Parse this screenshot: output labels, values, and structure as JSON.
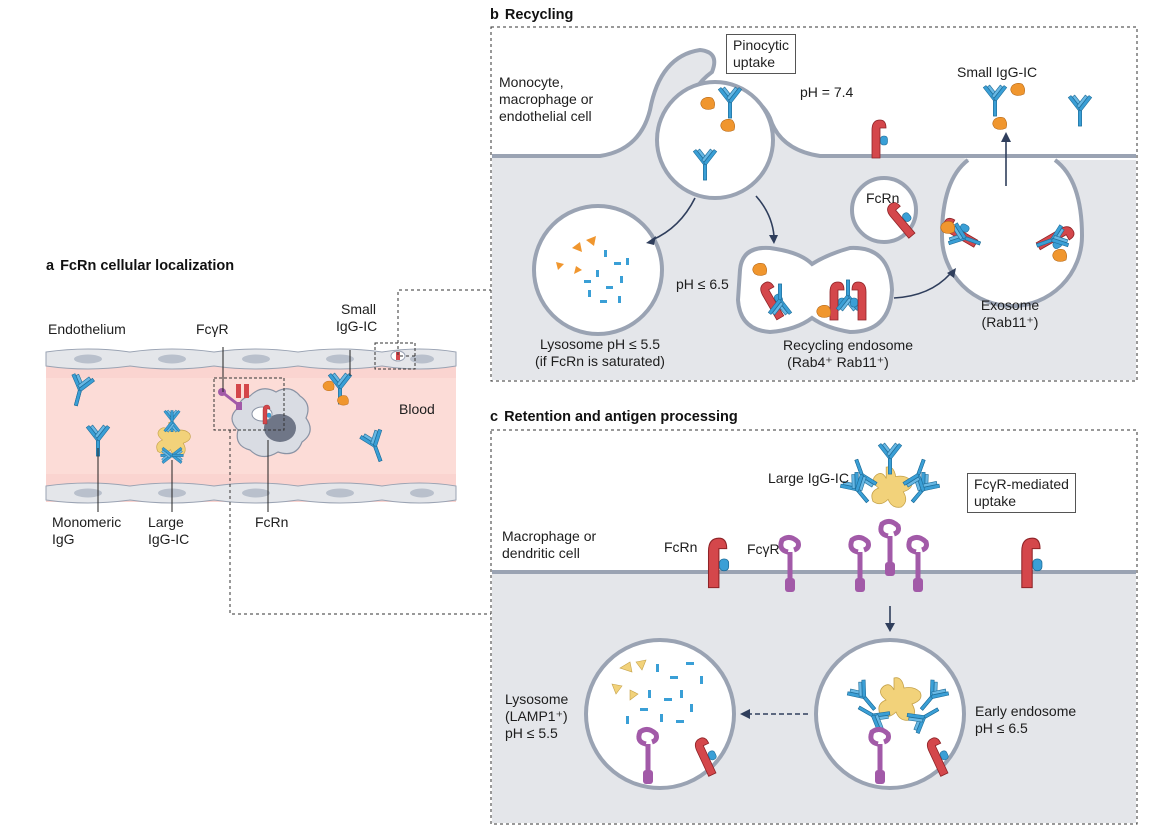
{
  "panel_a": {
    "letter": "a",
    "title": "FcRn cellular localization",
    "labels": {
      "endothelium": "Endothelium",
      "fcgr": "FcγR",
      "small_ic_1": "Small",
      "small_ic_2": "IgG-IC",
      "blood": "Blood",
      "monomeric_1": "Monomeric",
      "monomeric_2": "IgG",
      "large_1": "Large",
      "large_2": "IgG-IC",
      "fcrn": "FcRn"
    }
  },
  "panel_b": {
    "letter": "b",
    "title": "Recycling",
    "labels": {
      "cell_1": "Monocyte,",
      "cell_2": "macrophage or",
      "cell_3": "endothelial cell",
      "pinocytic_1": "Pinocytic",
      "pinocytic_2": "uptake",
      "ph_74": "pH = 7.4",
      "small_ic": "Small IgG-IC",
      "fcrn": "FcRn",
      "ph_65": "pH ≤ 6.5",
      "lysosome_1": "Lysosome pH ≤ 5.5",
      "lysosome_2": "(if FcRn is saturated)",
      "recycling_1": "Recycling endosome",
      "recycling_2": "(Rab4⁺ Rab11⁺)",
      "exosome_1": "Exosome",
      "exosome_2": "(Rab11⁺)"
    }
  },
  "panel_c": {
    "letter": "c",
    "title": "Retention and antigen processing",
    "labels": {
      "large_ic": "Large IgG-IC",
      "fcgr_uptake_1": "FcγR-mediated",
      "fcgr_uptake_2": "uptake",
      "cell_1": "Macrophage or",
      "cell_2": "dendritic cell",
      "fcrn": "FcRn",
      "fcgr": "FcγR",
      "lysosome_1": "Lysosome",
      "lysosome_2": "(LAMP1⁺)",
      "lysosome_3": "pH ≤ 5.5",
      "early_1": "Early endosome",
      "early_2": "pH ≤ 6.5"
    }
  },
  "colors": {
    "igg": "#3a9fd6",
    "fcrn": "#d4474b",
    "fcgr": "#a25aa8",
    "antigen_orange": "#f0962e",
    "antigen_yellow": "#f2d27a",
    "cell_grey": "#e4e6ea",
    "membrane": "#9aa3b3",
    "blood": "#fad4d0"
  }
}
